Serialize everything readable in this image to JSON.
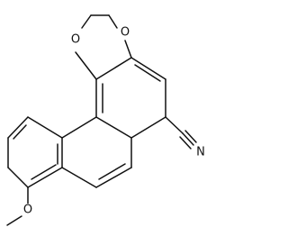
{
  "molecule": {
    "atoms": {
      "o1": "O",
      "o2": "O",
      "n1": "N",
      "o3": "O"
    },
    "colors": {
      "ink": "#111111",
      "background": "#ffffff"
    }
  }
}
